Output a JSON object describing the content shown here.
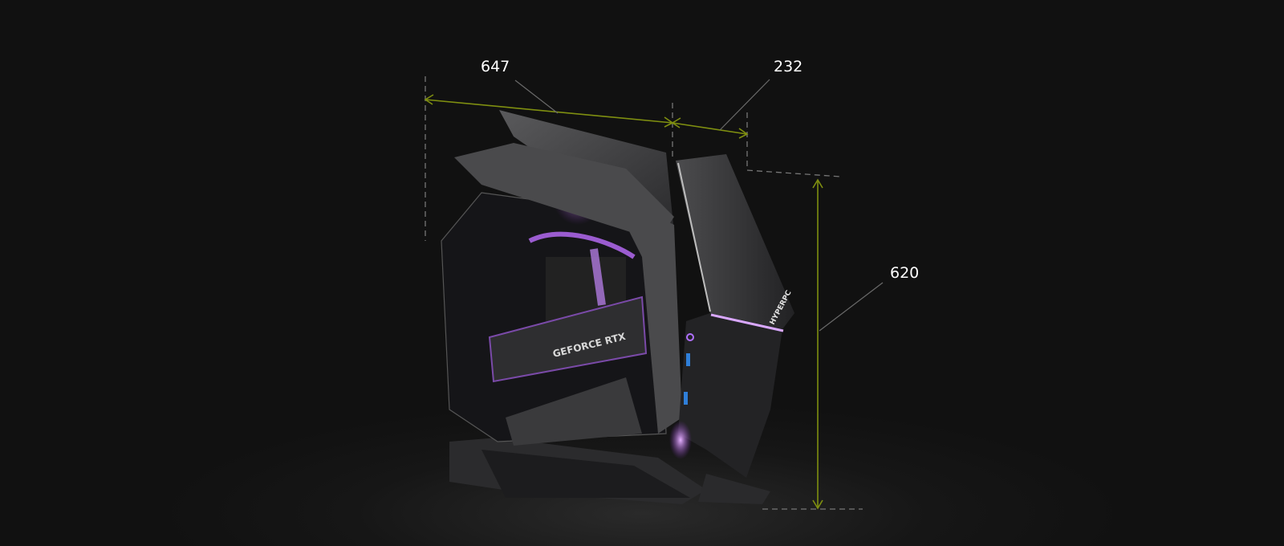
{
  "dimensions": {
    "length": {
      "value": "647"
    },
    "width": {
      "value": "232"
    },
    "height": {
      "value": "620"
    }
  },
  "product": {
    "brand_logo": "HYPERPC",
    "gpu_logo": "GEFORCE RTX"
  },
  "colors": {
    "background": "#111111",
    "dimension_line": "#7f8f10",
    "leader_line": "#6a6a6a",
    "accent_glow": "#c77dff",
    "case_body": "#3a3a3c"
  }
}
